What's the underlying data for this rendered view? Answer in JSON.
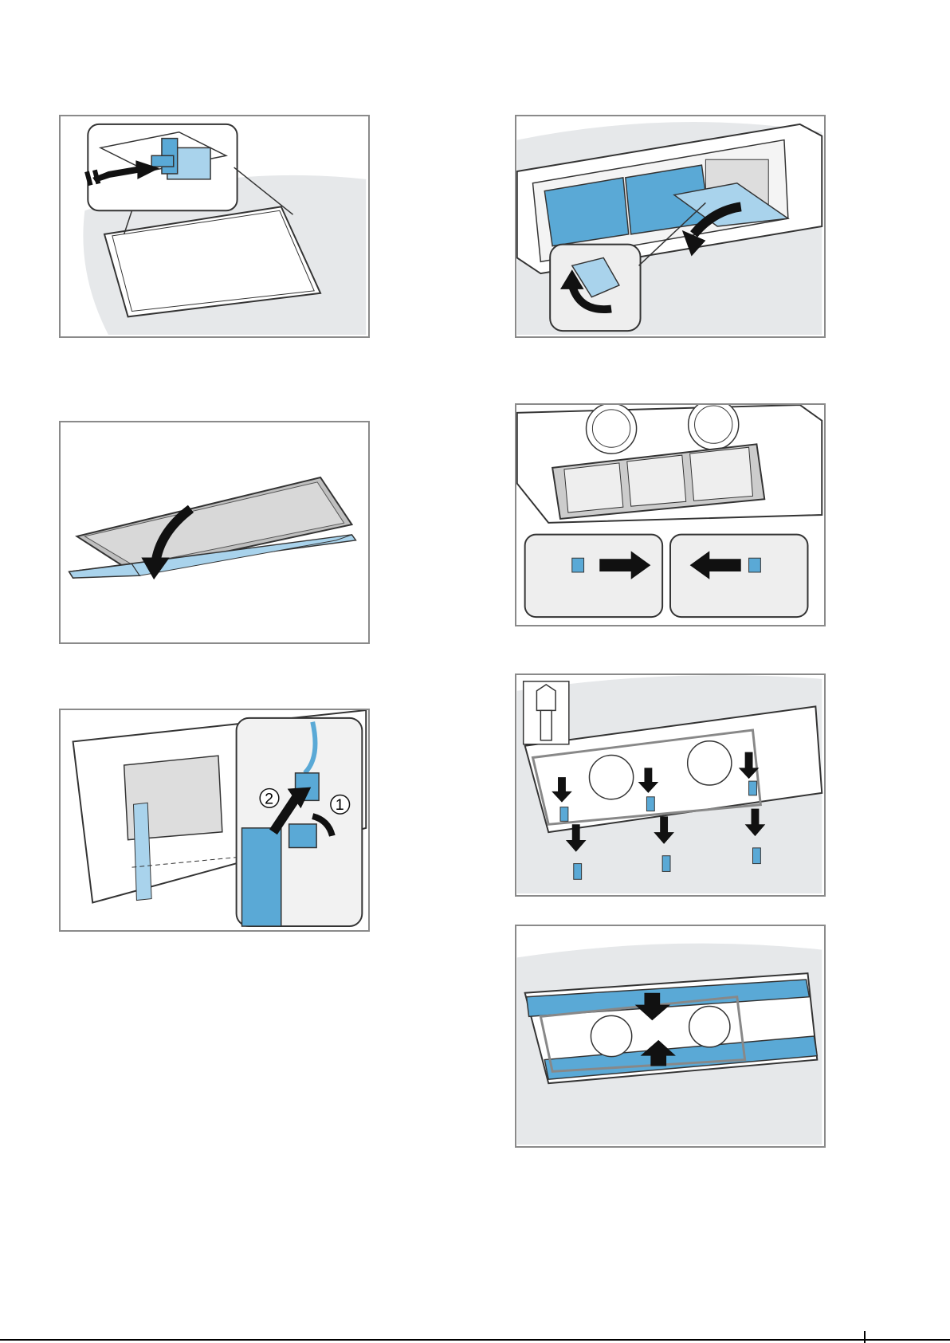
{
  "page": {
    "background": "#ffffff"
  },
  "colors": {
    "accent_blue": "#5aa9d6",
    "light_blue": "#a9d3ec",
    "frame_grey": "#8a8a8a",
    "background_grey": "#e6e8ea",
    "arrow_black": "#111111"
  },
  "figures": [
    {
      "id": "fig-1",
      "description_icons": [
        "filter-latch-icon",
        "push-arrow-icon"
      ]
    },
    {
      "id": "fig-2",
      "description_icons": [
        "ceiling-unit-icon",
        "filter-flap-icon",
        "rotate-arrow-icon"
      ]
    },
    {
      "id": "fig-3",
      "description_icons": [
        "filter-panel-icon",
        "lower-arrow-icon"
      ]
    },
    {
      "id": "fig-4",
      "description_icons": [
        "grille-icon",
        "slide-arrow-right-icon",
        "slide-arrow-left-icon"
      ]
    },
    {
      "id": "fig-5",
      "description_icons": [
        "connector-icon",
        "cable-icon"
      ],
      "step_labels": [
        "2",
        "1"
      ]
    },
    {
      "id": "fig-6",
      "description_icons": [
        "torx-bit-icon",
        "screw-icon",
        "down-arrow-icon"
      ]
    },
    {
      "id": "fig-7",
      "description_icons": [
        "mounting-rail-icon",
        "press-arrow-icon"
      ]
    }
  ]
}
